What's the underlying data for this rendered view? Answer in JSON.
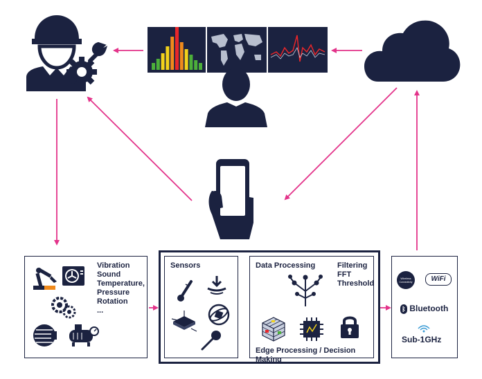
{
  "colors": {
    "navy": "#1b2240",
    "arrow": "#e3338a",
    "bar_red": "#e8262a",
    "bar_orange": "#f08a1c",
    "bar_yellow": "#f2d21b",
    "bar_green": "#4caf3a"
  },
  "icons": [
    "engineer-icon",
    "gear-icon",
    "wrench-icon",
    "dashboard-bars-icon",
    "world-map-icon",
    "waveform-icon",
    "user-silhouette-icon",
    "cloud-icon",
    "smartphone-icon",
    "robot-arm-icon",
    "fan-unit-icon",
    "gears-icon",
    "motor-icon",
    "compressor-icon",
    "thermometer-icon",
    "proximity-sensor-icon",
    "accelerometer-chip-icon",
    "gyroscope-icon",
    "microphone-icon",
    "ai-tree-icon",
    "processor-chip-icon",
    "cube-icon",
    "padlock-icon",
    "wireless-connectivity-icon",
    "wifi-icon",
    "bluetooth-icon",
    "sub-ghz-icon"
  ],
  "machines": {
    "lines": [
      "Vibration",
      "Sound",
      "Temperature,",
      "Pressure",
      "Rotation",
      "..."
    ]
  },
  "sensors": {
    "title": "Sensors"
  },
  "processing": {
    "title": "Data Processing",
    "filters": [
      "Filtering",
      "FFT",
      "Threshold"
    ],
    "footer": "Edge Processing / Decision Making"
  },
  "connectivity": {
    "wifi": "WiFi",
    "bluetooth": "Bluetooth",
    "subghz": "Sub-1GHz",
    "wireless_badge": "Wireless Connectivity"
  }
}
